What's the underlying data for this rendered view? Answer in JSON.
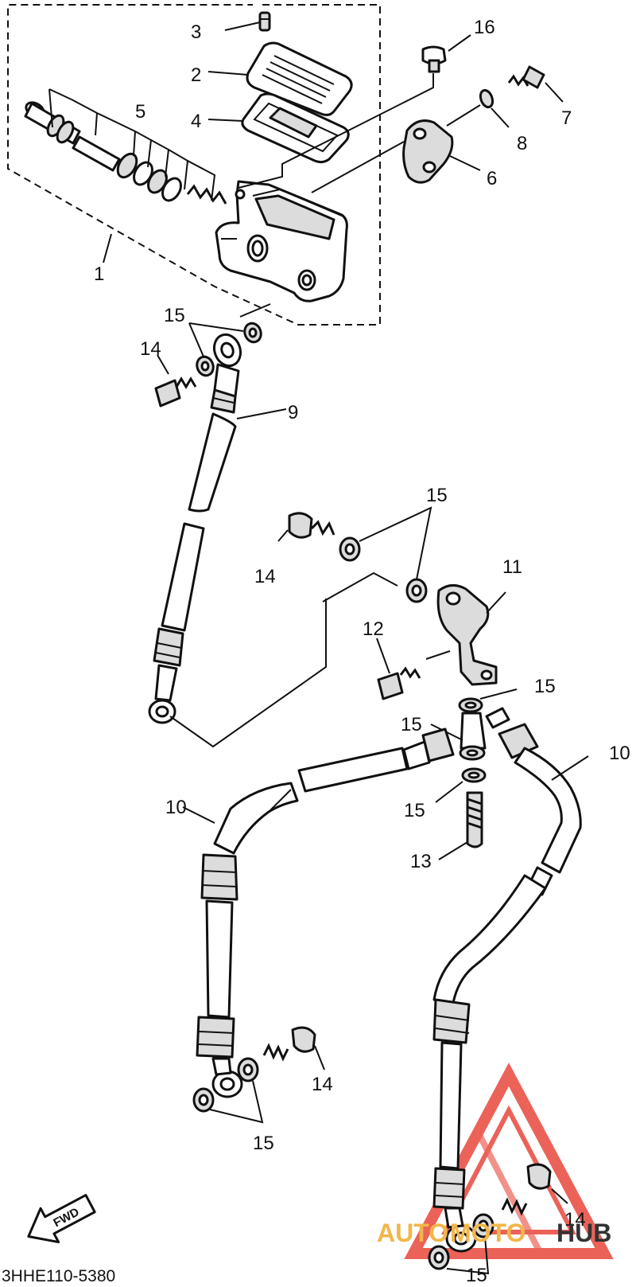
{
  "diagram": {
    "code": "3HHE110-5380",
    "fwd_label": "FWD",
    "watermark": {
      "part1": "AUTO",
      "part2": "MOTO",
      "part3": "HUB",
      "color": "#e8473c"
    },
    "callouts": {
      "c1": "1",
      "c2": "2",
      "c3": "3",
      "c4": "4",
      "c5": "5",
      "c6": "6",
      "c7": "7",
      "c8": "8",
      "c9": "9",
      "c10a": "10",
      "c10b": "10",
      "c11": "11",
      "c12": "12",
      "c13": "13",
      "c14a": "14",
      "c14b": "14",
      "c14c": "14",
      "c14d": "14",
      "c15a": "15",
      "c15b": "15",
      "c15c": "15",
      "c15d": "15",
      "c15e": "15",
      "c15f": "15",
      "c15g": "15",
      "c16": "16"
    }
  }
}
